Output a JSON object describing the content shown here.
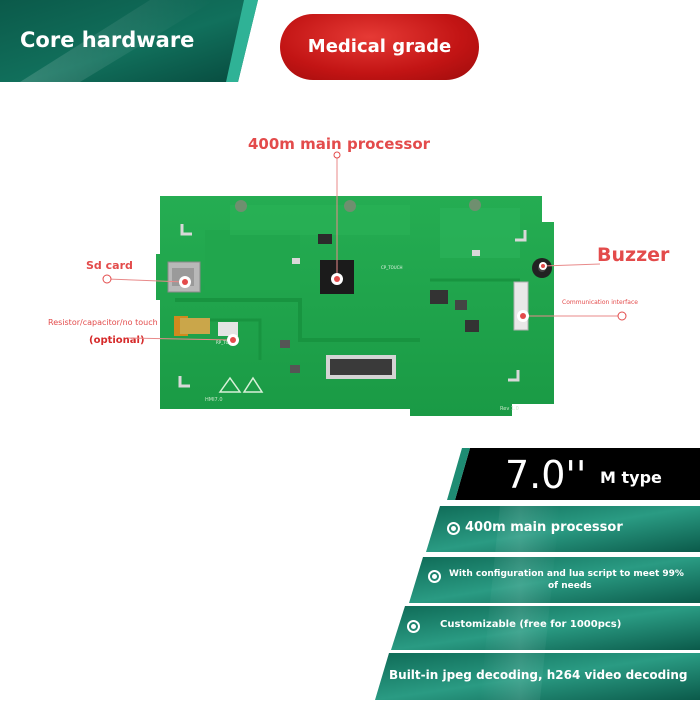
{
  "header": {
    "title": "Core hardware",
    "badge": "Medical grade"
  },
  "board": {
    "callouts": {
      "processor": "400m main processor",
      "sd_card": "Sd card",
      "resistor": "Resistor/capacitor/no touch",
      "optional": "(optional)",
      "buzzer": "Buzzer",
      "comm": "Communication interface"
    },
    "silkscreen": {
      "model": "HMI7.0",
      "rev": "Rev 1.0",
      "fpc_left": "RP_TOUCH",
      "fpc_right": "CP_TOUCH"
    }
  },
  "specs": {
    "size": "7.0''",
    "type": "M type",
    "items": [
      "400m main processor",
      "With configuration and lua script to meet 99%",
      "of needs",
      "Customizable (free for 1000pcs)",
      "Built-in jpeg decoding, h264 video decoding"
    ]
  },
  "colors": {
    "teal_dark": "#07493d",
    "teal_light": "#2a9b83",
    "callout_red": "#e34b4b",
    "badge_red": "#c21414",
    "pcb_green": "#1fa14a"
  },
  "icons": {
    "bullet": "concentric-circle-icon",
    "marker": "red-dot-marker"
  }
}
